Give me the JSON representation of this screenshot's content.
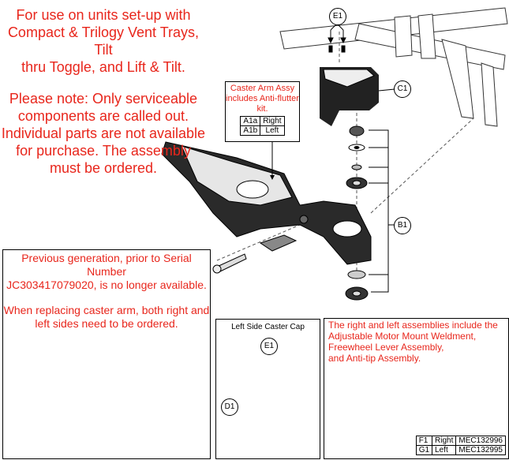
{
  "top_note": {
    "line1": "For use on units set-up with",
    "line2": "Compact & Trilogy Vent Trays, Tilt",
    "line3": "thru Toggle, and Lift & Tilt.",
    "line4": "Please note: Only serviceable",
    "line5": "components are called out.",
    "line6": "Individual parts are not available",
    "line7": "for purchase. The assembly",
    "line8": "must be ordered."
  },
  "caster_arm_callout": {
    "title1": "Caster Arm Assy",
    "title2": "includes Anti-flutter",
    "title3": "kit.",
    "rows": [
      {
        "code": "A1a",
        "side": "Right"
      },
      {
        "code": "A1b",
        "side": "Left"
      }
    ]
  },
  "labels": {
    "e1_top": "E1",
    "c1": "C1",
    "b1": "B1",
    "e1_cap": "E1",
    "d1": "D1"
  },
  "previous_generation": {
    "line1": "Previous generation, prior to Serial Number",
    "line2": "JC303417079020, is no longer available.",
    "line3": "When replacing caster arm, both right and",
    "line4": "left sides need to be ordered."
  },
  "left_side_cap": {
    "title": "Left Side Caster Cap"
  },
  "assemblies_note": {
    "line1": "The right and left assemblies include the",
    "line2": "Adjustable Motor Mount Weldment,",
    "line3": "Freewheel Lever Assembly,",
    "line4": "and Anti-tip Assembly.",
    "rows": [
      {
        "code": "F1",
        "side": "Right",
        "part": "MEC132996"
      },
      {
        "code": "G1",
        "side": "Left",
        "part": "MEC132995"
      }
    ]
  },
  "colors": {
    "note_red": "#e8261c",
    "part_dark": "#1a1a1a",
    "part_gray": "#bdbdbd"
  }
}
